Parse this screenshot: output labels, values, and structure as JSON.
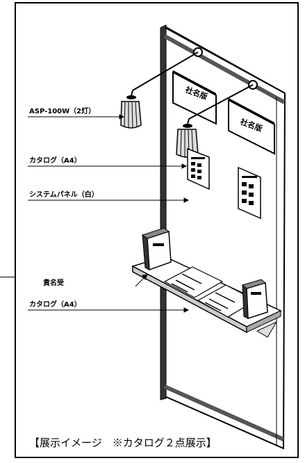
{
  "labels": {
    "lamp": "ASP-100W（2灯）",
    "catalog_top": "カタログ（A4）",
    "panel": "システムパネル（白）",
    "stand": "貴名受",
    "catalog_bottom": "カタログ（A4）"
  },
  "signs": {
    "sign1": "社名版",
    "sign2": "社名版"
  },
  "caption": "【展示イメージ　※カタログ２点展示】"
}
